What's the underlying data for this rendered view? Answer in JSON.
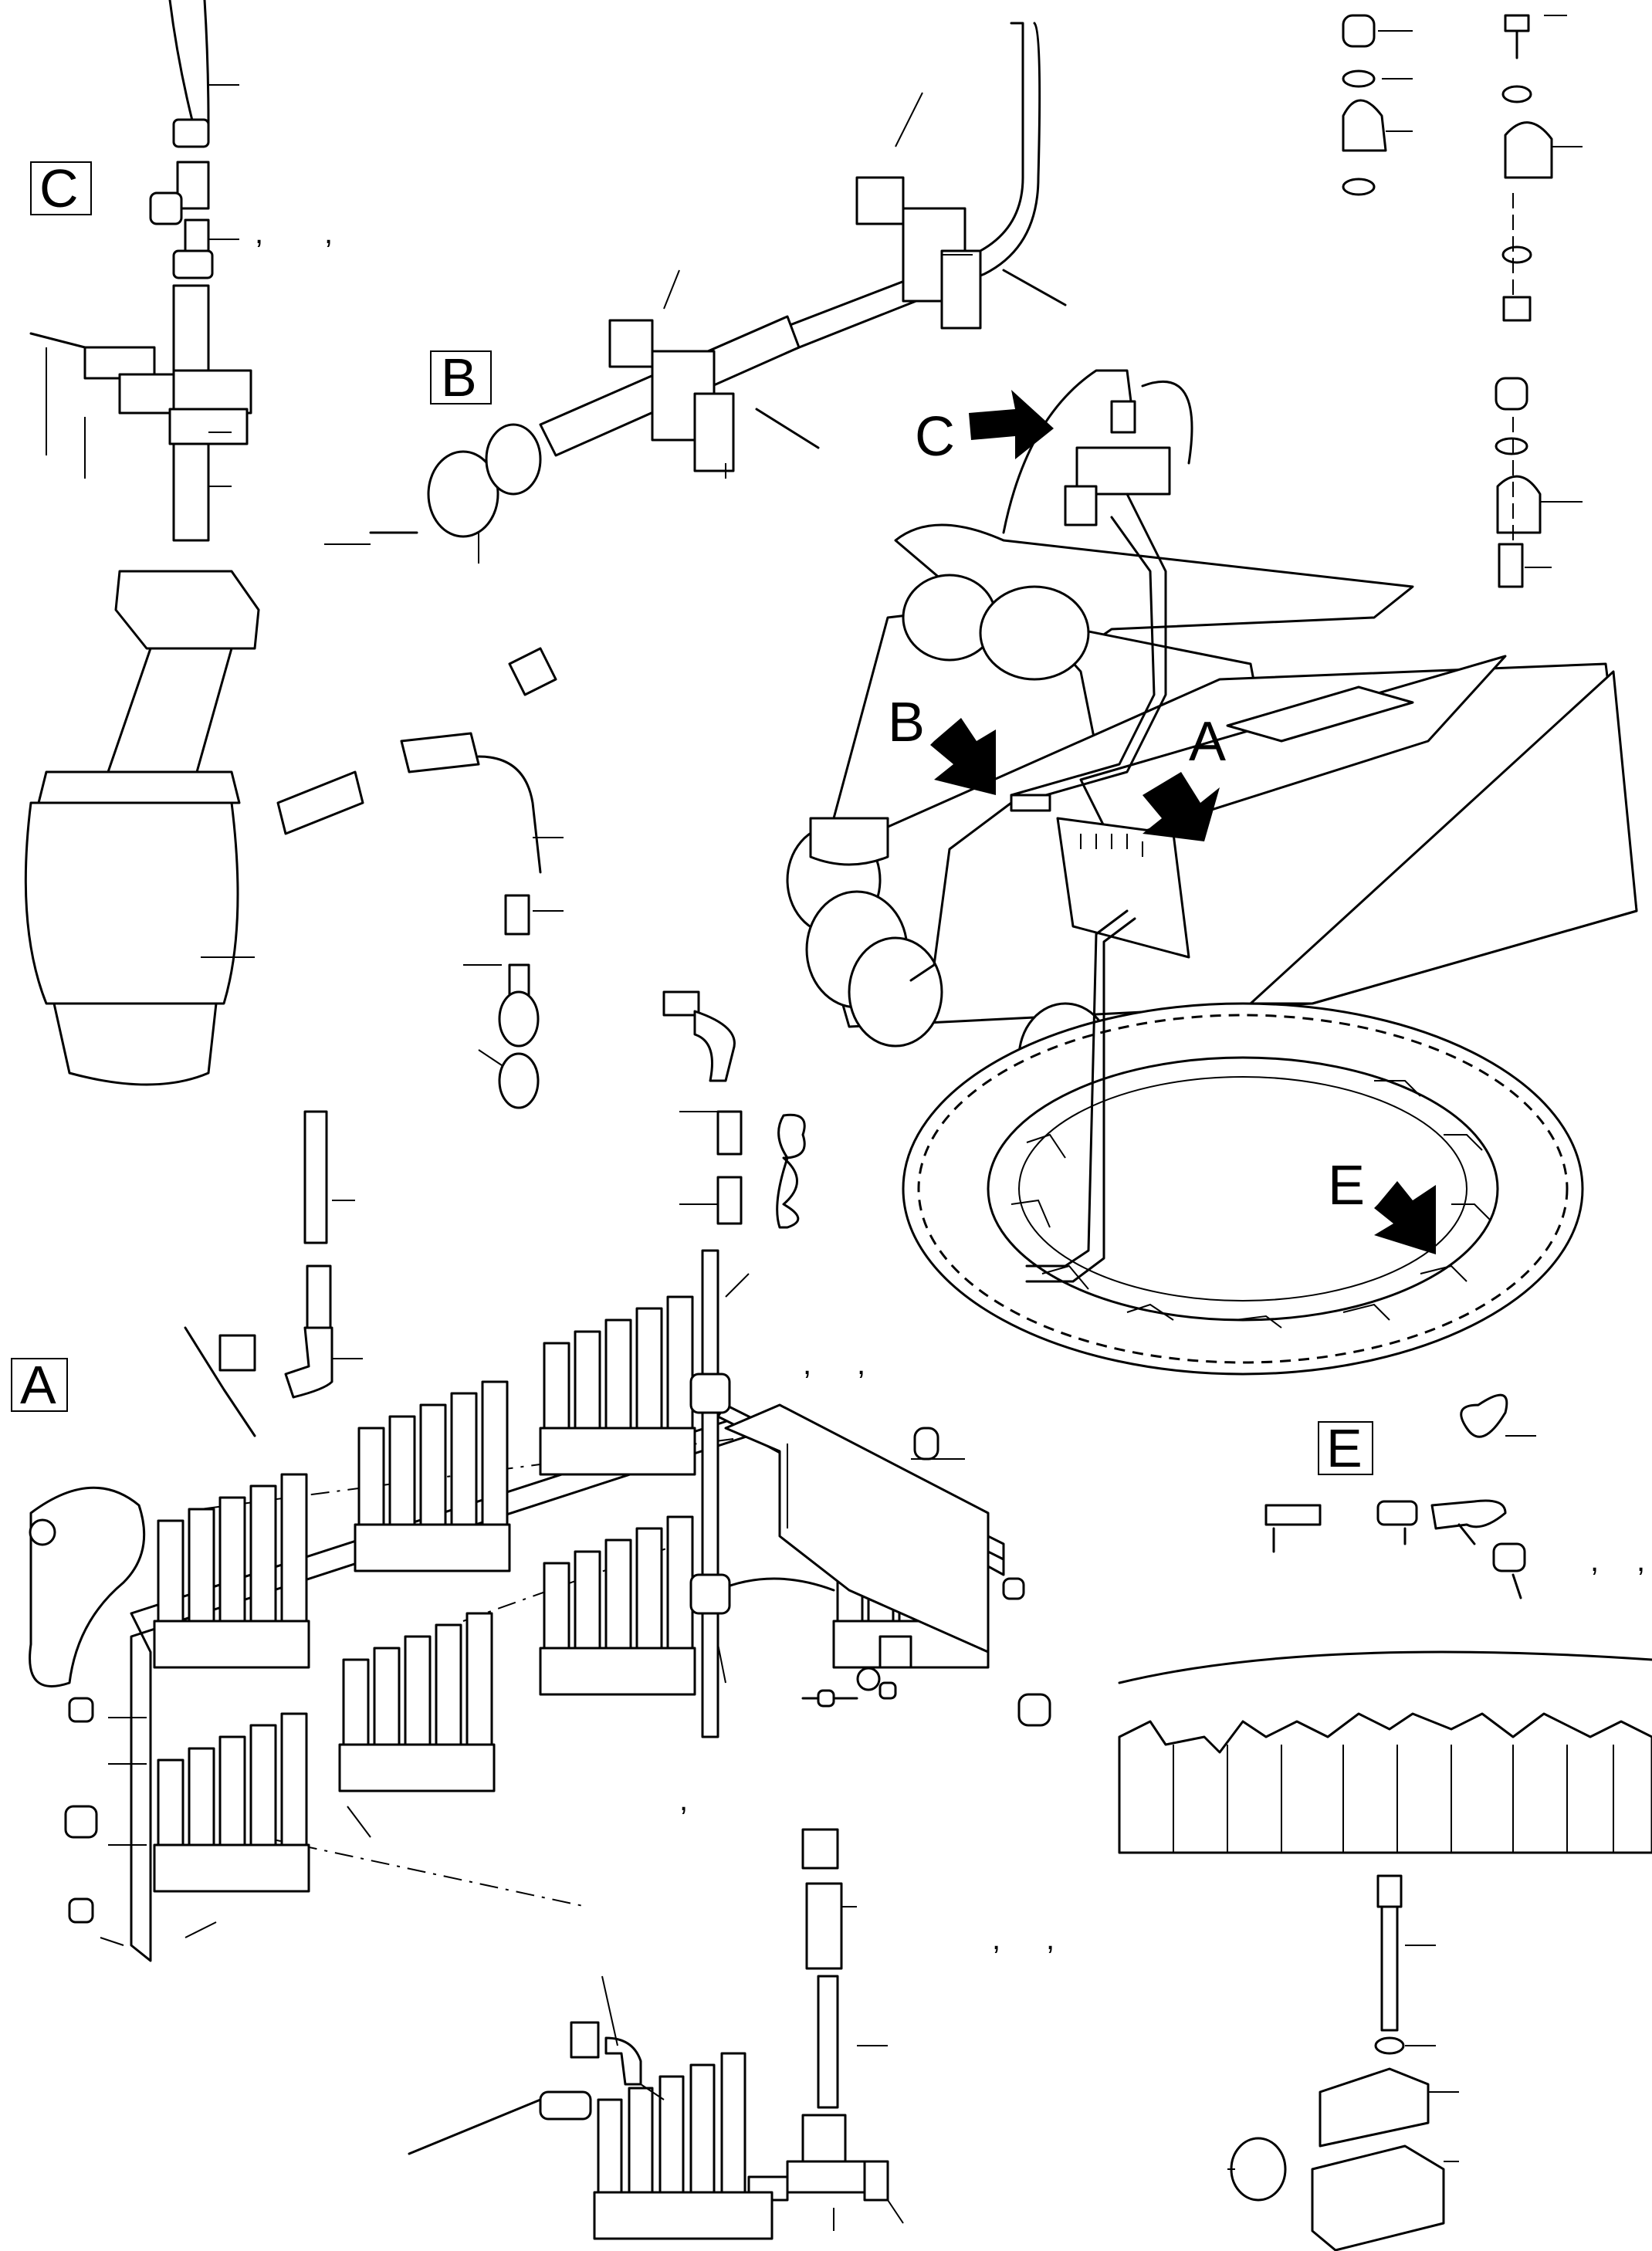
{
  "detail_boxes": {
    "A": "A",
    "B": "B",
    "C": "C",
    "E": "E"
  },
  "view_arrows": {
    "A": "A",
    "B": "B",
    "C": "C",
    "E": "E"
  },
  "separators": {
    "c1": ",",
    "c2": ",",
    "c3": ",",
    "c4": ",",
    "c5": ",",
    "c6": ",",
    "c7": ",",
    "c8": ",",
    "c9": ",",
    "c10": ","
  },
  "colors": {
    "line": "#000000",
    "background": "#ffffff"
  }
}
